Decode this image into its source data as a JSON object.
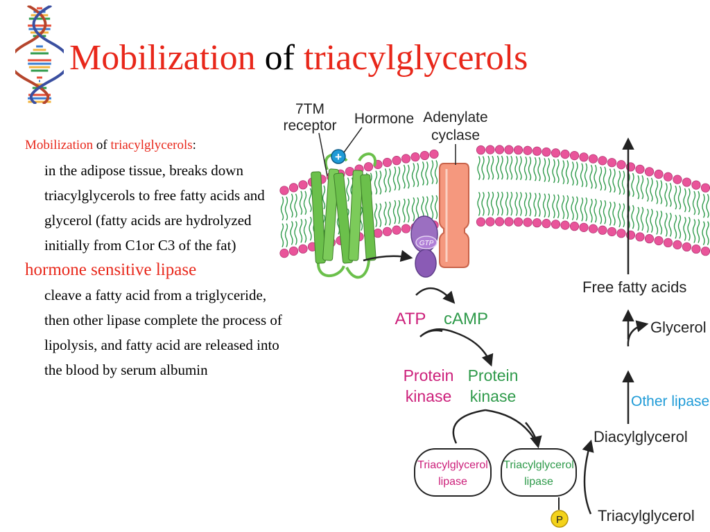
{
  "title": {
    "part1": "Mobilization",
    "part2": " of ",
    "part3": "triacylglycerols"
  },
  "body": {
    "intro_red1": "Mobilization",
    "intro_black": " of ",
    "intro_red2": "triacylglycerols",
    "intro_colon": ":",
    "paragraph1": "in the adipose tissue, breaks down triacylglycerols to free fatty acids and glycerol (fatty acids are hydrolyzed initially from C1or C3 of the fat)",
    "subheading": "hormone sensitive lipase",
    "paragraph2": "cleave a fatty acid from a triglyceride, then other lipase complete the process of lipolysis, and fatty acid  are released into the blood by serum albumin"
  },
  "diagram": {
    "label_7tm_line1": "7TM",
    "label_7tm_line2": "receptor",
    "label_hormone": "Hormone",
    "label_adenylate_line1": "Adenylate",
    "label_adenylate_line2": "cyclase",
    "plus_sign": "+",
    "gtp": "GTP",
    "atp": "ATP",
    "camp": "cAMP",
    "protein_kinase_inactive_line1": "Protein",
    "protein_kinase_inactive_line2": "kinase",
    "protein_kinase_active_line1": "Protein",
    "protein_kinase_active_line2": "kinase",
    "tag_lipase_inactive_line1": "Triacylglycerol",
    "tag_lipase_inactive_line2": "lipase",
    "tag_lipase_active_line1": "Triacylglycerol",
    "tag_lipase_active_line2": "lipase",
    "phosphate": "P",
    "free_fatty_acids": "Free fatty acids",
    "glycerol": "Glycerol",
    "other_lipases": "Other lipases",
    "diacylglycerol": "Diacylglycerol",
    "triacylglycerol": "Triacylglycerol",
    "colors": {
      "title_red": "#e8271a",
      "magenta": "#cc1f7a",
      "green": "#2e9a4a",
      "blue": "#1f9bd7",
      "membrane_head": "#e9549a",
      "membrane_tail": "#2e9a4a",
      "receptor": "#6bc04b",
      "cyclase": "#f5987e",
      "g_protein": "#9b6fc1",
      "phosphate": "#f4d31a"
    }
  }
}
